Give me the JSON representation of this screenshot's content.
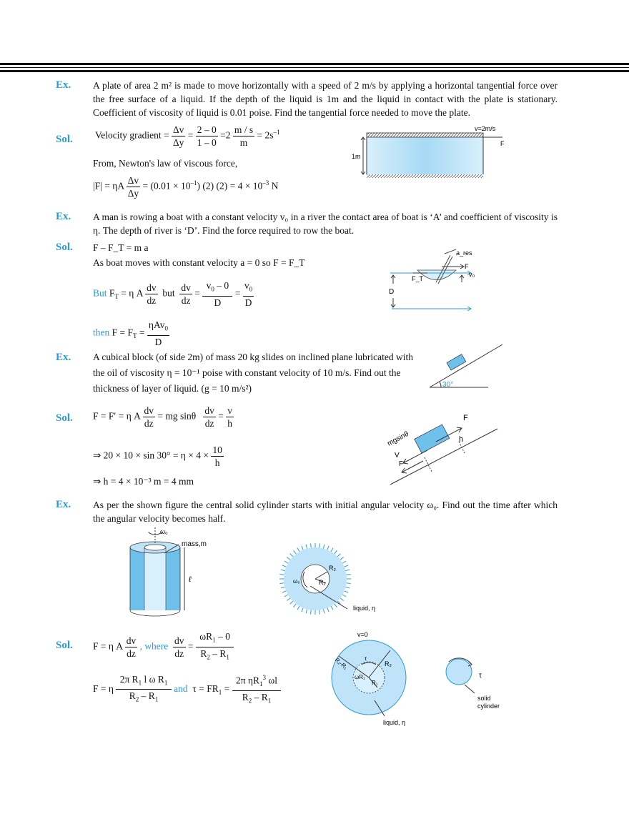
{
  "labels": {
    "ex": "Ex.",
    "sol": "Sol."
  },
  "ex1": {
    "problem": "A plate of area 2 m² is made to move horizontally with a speed of 2 m/s by applying a horizontal tangential force over the free surface of a liquid. If the depth of the liquid is 1m and the liquid in contact with the plate is stationary. Coefficient of viscosity of liquid is 0.01 poise. Find the tangential force needed to move the plate.",
    "vg_label": "Velocity gradient =",
    "newton": "From, Newton's law of viscous force,",
    "fig": {
      "v_label": "v=2m/s",
      "f_label": "F",
      "depth_label": "1m"
    }
  },
  "ex2": {
    "problem": "A man is rowing a boat with a constant velocity v₀ in a river the contact area of boat is ‘A’ and coefficient of viscosity is η. The depth of river is ‘D’. Find the force required to row the boat.",
    "line1": "F – F_T = m a",
    "line2": "As boat moves with constant velocity a = 0 so F = F_T",
    "but": "But",
    "but2": "but",
    "then": "then",
    "fig": {
      "ares": "a_res",
      "f": "F",
      "ft": "F_T",
      "v0": "v₀",
      "d": "D"
    }
  },
  "ex3": {
    "problem_l1": "A cubical block (of side 2m) of mass 20 kg slides on inclined plane lubricated with",
    "problem_l2": "the oil of viscosity η = 10⁻¹ poise with constant velocity of 10 m/s. Find out the",
    "problem_l3": "thickness of layer of liquid. (g = 10 m/s²)",
    "step2": "⇒ 20 × 10 × sin 30° = η × 4 ×",
    "step3": "⇒ h = 4 × 10⁻³ m = 4 mm",
    "fig": {
      "angle": "30°",
      "mgsin": "mgsinθ",
      "v": "V",
      "f": "F",
      "fprime": "F'",
      "h": "h"
    }
  },
  "ex4": {
    "problem": "As per the shown figure the central solid cylinder starts with initial angular velocity ω₀. Find out the time after which the angular velocity becomes half.",
    "where": ", where",
    "and": "and",
    "fig1": {
      "omega": "ω₀",
      "mass": "mass,m",
      "ell": "ℓ"
    },
    "fig2": {
      "r2": "R₂",
      "r1": "R₁",
      "omega": "ω₀",
      "liquid": "liquid, η"
    },
    "fig3": {
      "v0": "v=0",
      "tau": "τ",
      "r2": "R₂",
      "r1": "R₁",
      "wr": "ωR₁",
      "diff": "R₂-R₁",
      "liquid": "liquid, η"
    },
    "fig4": {
      "tau": "τ",
      "solid1": "solid",
      "solid2": "cylinder"
    }
  },
  "colors": {
    "accent": "#2a9bd7",
    "fill": "#bfe3f8",
    "fill_dark": "#6fc0ea"
  }
}
